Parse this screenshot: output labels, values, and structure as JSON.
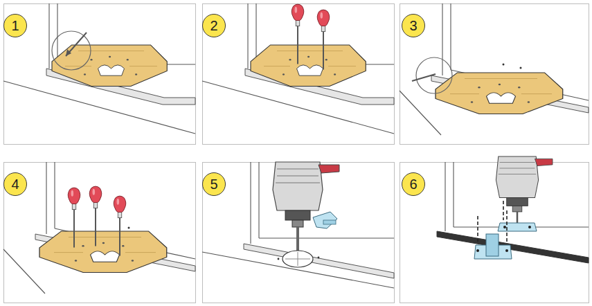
{
  "diagram": {
    "nodes": [
      {
        "text": [
          "1"
        ]
      },
      {
        "text": [
          "2"
        ]
      },
      {
        "text": [
          "3"
        ]
      },
      {
        "text": [
          "4"
        ]
      },
      {
        "text": [
          "5"
        ]
      },
      {
        "text": [
          "6"
        ]
      }
    ]
  }
}
